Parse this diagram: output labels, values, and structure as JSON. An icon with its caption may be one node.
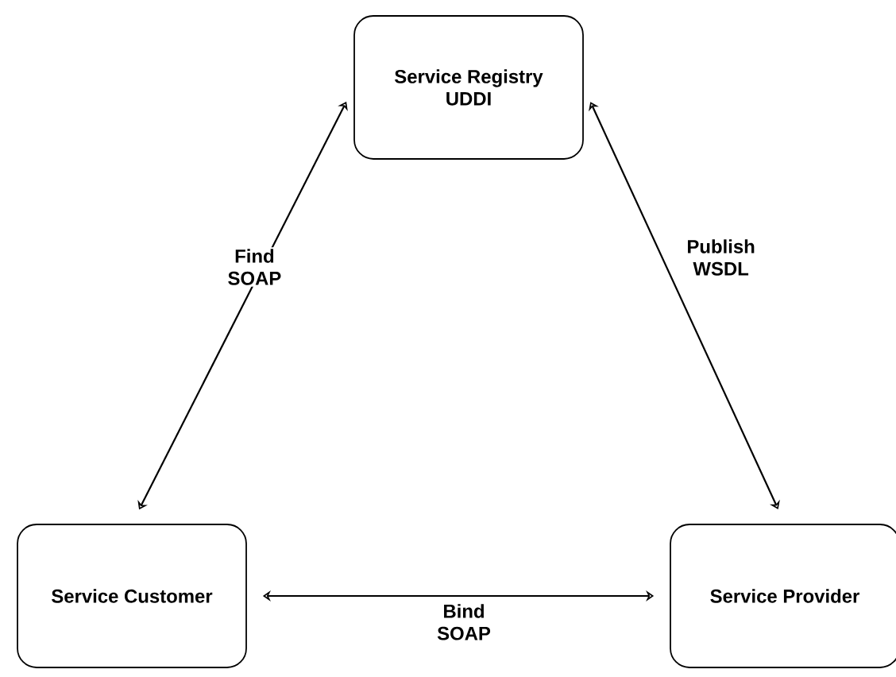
{
  "diagram": {
    "nodes": [
      {
        "text": [
          "Service Registry",
          "UDDI"
        ]
      },
      {
        "text": [
          "Service Customer"
        ]
      },
      {
        "text": [
          "Service Provider"
        ]
      }
    ],
    "edges": [
      {
        "from": 1,
        "to": 0,
        "arrow": "both",
        "label": "Find SOAP"
      },
      {
        "from": 2,
        "to": 0,
        "arrow": "both",
        "label": "Publish WSDL"
      },
      {
        "from": 1,
        "to": 2,
        "arrow": "both",
        "label": "Bind SOAP"
      }
    ]
  }
}
